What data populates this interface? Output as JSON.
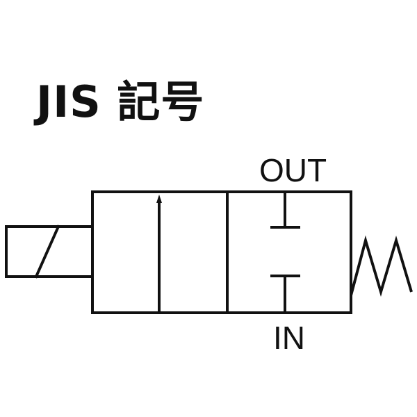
{
  "title": "JIS 記号",
  "ports": {
    "out": "OUT",
    "in": "IN"
  },
  "colors": {
    "stroke": "#111111",
    "background": "#ffffff"
  }
}
